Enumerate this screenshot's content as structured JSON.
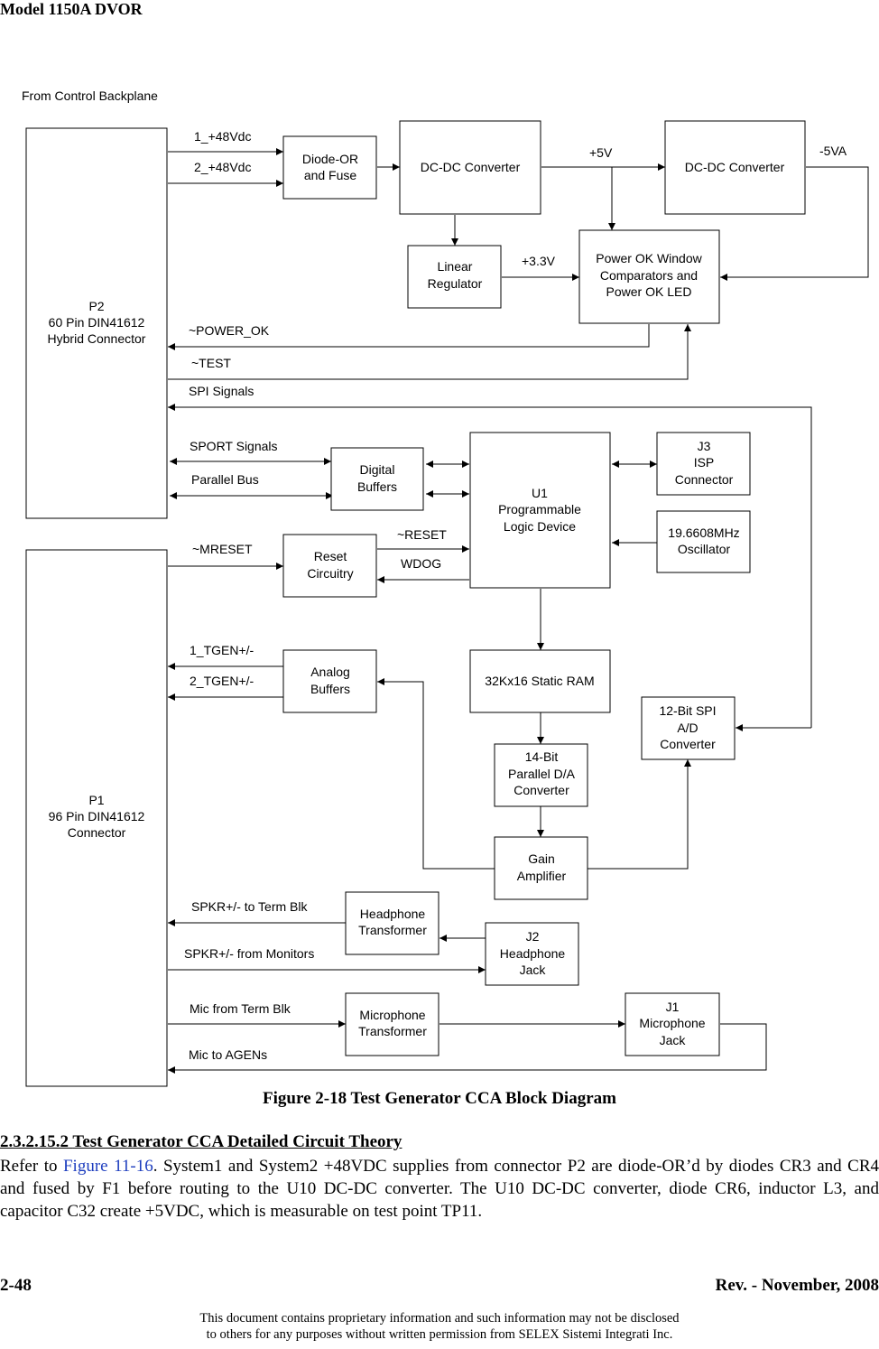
{
  "header": {
    "title": "Model 1150A DVOR"
  },
  "diagram": {
    "source_label": "From Control Backplane",
    "blocks": {
      "p2": [
        "P2",
        "60 Pin DIN41612",
        "Hybrid Connector"
      ],
      "p1": [
        "P1",
        "96 Pin DIN41612",
        "Connector"
      ],
      "diode_or": [
        "Diode-OR",
        "and Fuse"
      ],
      "dcdc1": [
        "DC-DC Converter"
      ],
      "dcdc2": [
        "DC-DC Converter"
      ],
      "linear_reg": [
        "Linear",
        "Regulator"
      ],
      "power_ok": [
        "Power OK Window",
        "Comparators and",
        "Power OK LED"
      ],
      "digital_buffers": [
        "Digital",
        "Buffers"
      ],
      "u1": [
        "U1",
        "Programmable",
        "Logic Device"
      ],
      "j3": [
        "J3",
        "ISP",
        "Connector"
      ],
      "oscillator": [
        "19.6608MHz",
        "Oscillator"
      ],
      "reset": [
        "Reset",
        "Circuitry"
      ],
      "analog_buffers": [
        "Analog",
        "Buffers"
      ],
      "ram": [
        "32Kx16 Static RAM"
      ],
      "adc": [
        "12-Bit SPI",
        "A/D",
        "Converter"
      ],
      "dac": [
        "14-Bit",
        "Parallel D/A",
        "Converter"
      ],
      "gain": [
        "Gain",
        "Amplifier"
      ],
      "headphone_xfmr": [
        "Headphone",
        "Transformer"
      ],
      "j2": [
        "J2",
        "Headphone",
        "Jack"
      ],
      "mic_xfmr": [
        "Microphone",
        "Transformer"
      ],
      "j1": [
        "J1",
        "Microphone",
        "Jack"
      ]
    },
    "signals": {
      "v48_1": "1_+48Vdc",
      "v48_2": "2_+48Vdc",
      "v5": "+5V",
      "v5a": "-5VA",
      "v33": "+3.3V",
      "power_ok": "~POWER_OK",
      "test": "~TEST",
      "spi": "SPI Signals",
      "sport": "SPORT Signals",
      "parallel": "Parallel Bus",
      "mreset": "~MRESET",
      "reset": "~RESET",
      "wdog": "WDOG",
      "tgen1": "1_TGEN+/-",
      "tgen2": "2_TGEN+/-",
      "spkr_to": "SPKR+/- to Term Blk",
      "spkr_from": "SPKR+/- from Monitors",
      "mic_from": "Mic from Term Blk",
      "mic_to": "Mic to AGENs"
    }
  },
  "caption": "Figure 2-18  Test Generator CCA Block Diagram",
  "section": {
    "number": "2.3.2.15.2",
    "title": "Test Generator CCA Detailed Circuit Theory"
  },
  "body": {
    "before_link": "Refer to ",
    "link_text": "Figure 11-16",
    "after_link": ".  System1 and System2 +48VDC supplies from connector P2 are diode-OR’d by diodes CR3 and CR4 and fused by F1 before routing to the U10 DC-DC converter. The U10 DC-DC converter, diode CR6, inductor L3, and capacitor C32 create +5VDC, which is measurable on test point TP11."
  },
  "footer": {
    "page_number": "2-48",
    "revision": "Rev. -  November, 2008",
    "notice_line1": "This document contains proprietary information and such information may not be disclosed",
    "notice_line2": "to others for any purposes without written permission from SELEX Sistemi Integrati Inc."
  }
}
